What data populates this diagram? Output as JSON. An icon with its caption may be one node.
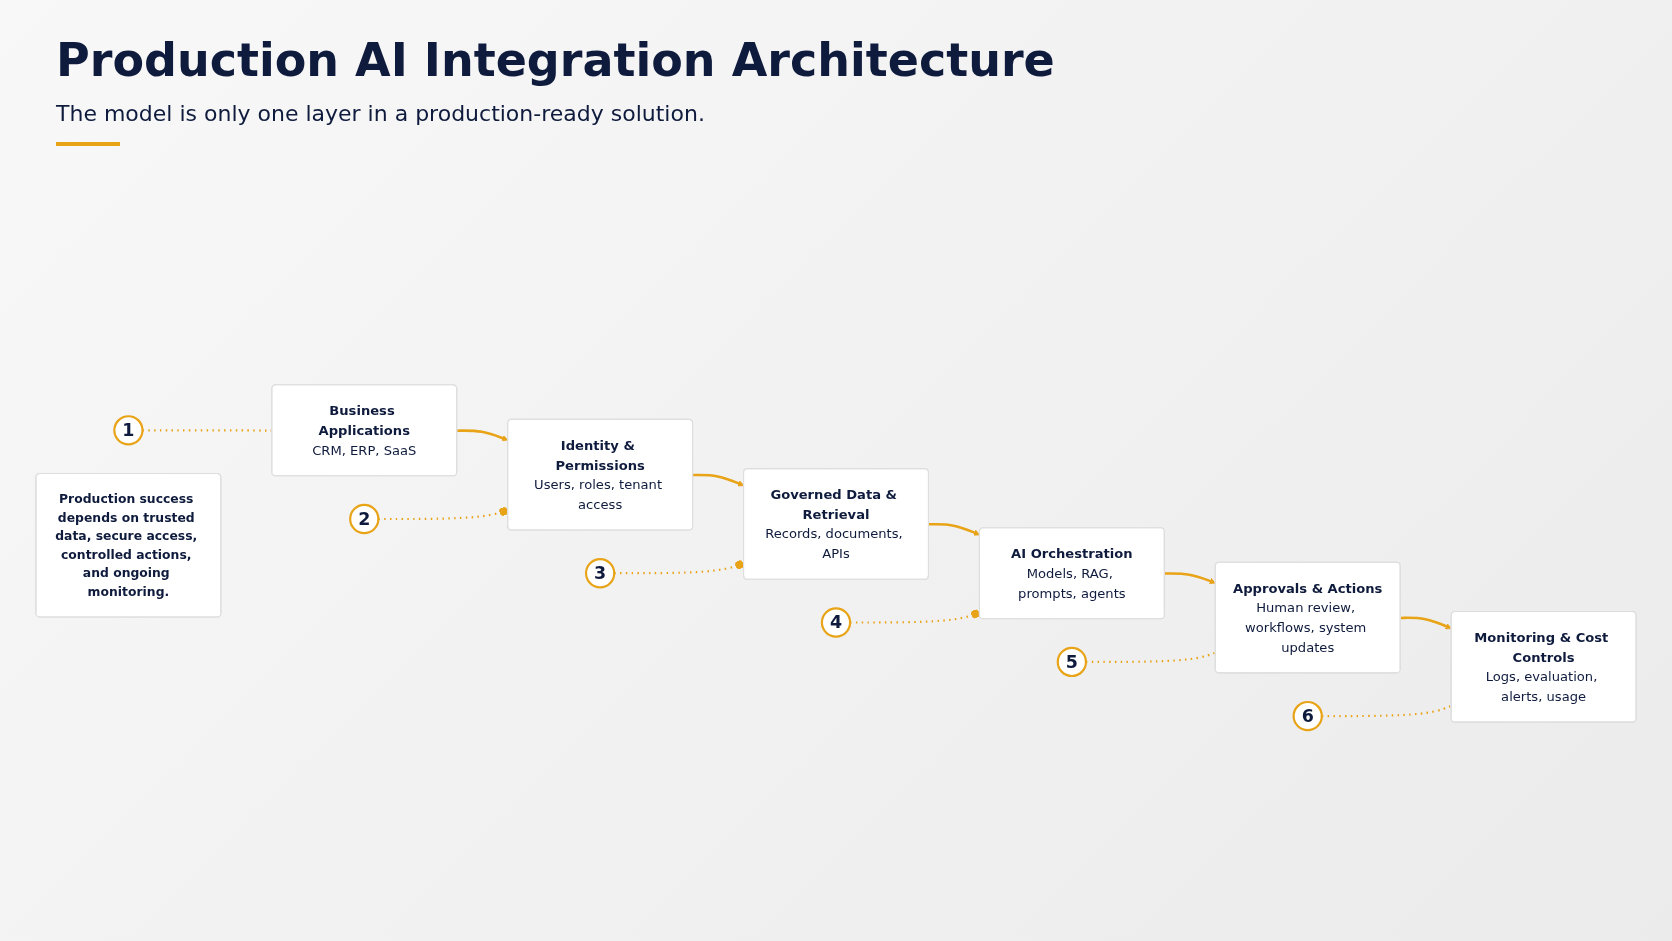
{
  "diagram": {
    "title": "Production AI Integration Architecture",
    "nodes": [
      {
        "text": [
          "1"
        ]
      },
      {
        "text": [
          "Business Applications",
          "CRM, ERP, SaaS"
        ]
      },
      {
        "text": [
          "2"
        ]
      },
      {
        "text": [
          "Identity & Permissions",
          "Users, roles, tenant access"
        ]
      },
      {
        "text": [
          "3"
        ]
      },
      {
        "text": [
          "Governed Data & Retrieval",
          "Records, documents, APIs"
        ]
      },
      {
        "text": [
          "4"
        ]
      },
      {
        "text": [
          "AI Orchestration",
          "Models, RAG, prompts, agents"
        ]
      },
      {
        "text": [
          "5"
        ]
      },
      {
        "text": [
          "Approvals & Actions",
          "Human review, workflows, system updates"
        ]
      },
      {
        "text": [
          "6"
        ]
      },
      {
        "text": [
          "Monitoring & Cost Controls",
          "Logs, evaluation, alerts, usage"
        ]
      },
      {
        "text": [
          "Production success depends on trusted data, secure access, controlled actions, and ongoing monitoring."
        ]
      }
    ],
    "edges": [
      {
        "from": 0,
        "to": 1,
        "arrow": "none",
        "style": "dashed"
      },
      {
        "from": 1,
        "to": 3,
        "arrow": "to"
      },
      {
        "from": 2,
        "to": 3,
        "arrow": "other",
        "style": "dashed"
      },
      {
        "from": 3,
        "to": 5,
        "arrow": "to"
      },
      {
        "from": 4,
        "to": 5,
        "arrow": "other",
        "style": "dashed"
      },
      {
        "from": 5,
        "to": 7,
        "arrow": "to"
      },
      {
        "from": 6,
        "to": 7,
        "arrow": "other",
        "style": "dashed"
      },
      {
        "from": 7,
        "to": 9,
        "arrow": "to"
      },
      {
        "from": 8,
        "to": 9,
        "arrow": "none",
        "style": "dashed"
      },
      {
        "from": 9,
        "to": 11,
        "arrow": "to"
      },
      {
        "from": 10,
        "to": 11,
        "arrow": "none",
        "style": "dashed"
      }
    ],
    "labels": [
      "The model is only one layer in a production-ready solution."
    ]
  }
}
